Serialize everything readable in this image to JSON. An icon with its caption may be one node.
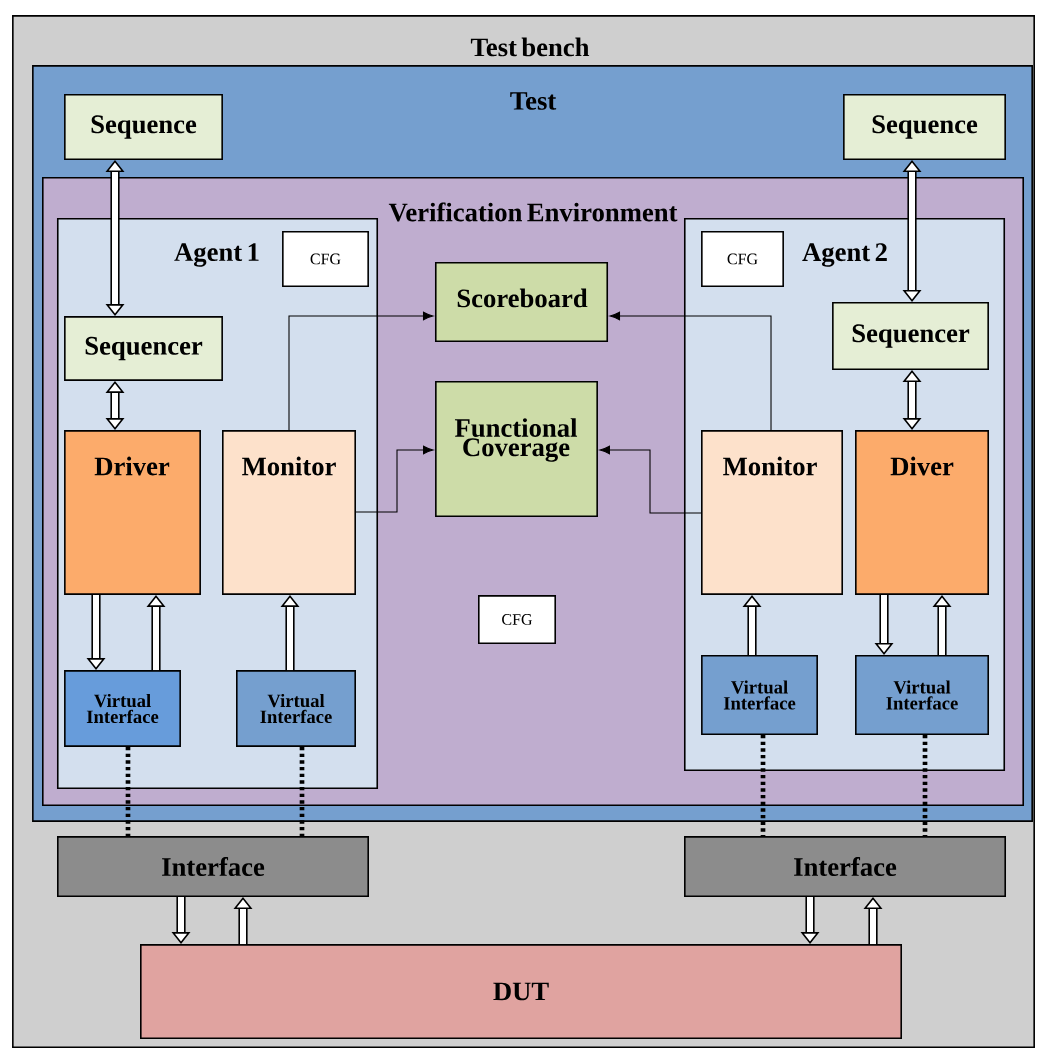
{
  "diagram": {
    "nodes": [
      {
        "text": [
          "Test bench"
        ]
      },
      {
        "text": [
          "Test"
        ],
        "in": 0
      },
      {
        "text": [
          "Sequence"
        ],
        "in": 1
      },
      {
        "text": [
          "Sequence"
        ],
        "in": 1
      },
      {
        "text": [
          "Verification Environment"
        ],
        "in": 1
      },
      {
        "text": [
          "Agent 1"
        ],
        "in": 4
      },
      {
        "text": [
          "CFG"
        ],
        "in": 5
      },
      {
        "text": [
          "Sequencer"
        ],
        "in": 5
      },
      {
        "text": [
          "Driver"
        ],
        "in": 5
      },
      {
        "text": [
          "Monitor"
        ],
        "in": 5
      },
      {
        "text": [
          "Virtual Interface"
        ],
        "in": 5
      },
      {
        "text": [
          "Virtual Interface"
        ],
        "in": 5
      },
      {
        "text": [
          "Scoreboard"
        ],
        "in": 4
      },
      {
        "text": [
          "Functional Coverage"
        ],
        "in": 4
      },
      {
        "text": [
          "CFG"
        ],
        "in": 4
      },
      {
        "text": [
          "Agent 2"
        ],
        "in": 4
      },
      {
        "text": [
          "CFG"
        ],
        "in": 15
      },
      {
        "text": [
          "Sequencer"
        ],
        "in": 15
      },
      {
        "text": [
          "Monitor"
        ],
        "in": 15
      },
      {
        "text": [
          "Diver"
        ],
        "in": 15
      },
      {
        "text": [
          "Virtual Interface"
        ],
        "in": 15
      },
      {
        "text": [
          "Virtual Interface"
        ],
        "in": 15
      },
      {
        "text": [
          "Interface"
        ],
        "in": 0
      },
      {
        "text": [
          "Interface"
        ],
        "in": 0
      },
      {
        "text": [
          "DUT"
        ],
        "in": 0
      }
    ],
    "edges": [
      {
        "from": 2,
        "to": 7,
        "arrow": "both"
      },
      {
        "from": 7,
        "to": 8,
        "arrow": "both"
      },
      {
        "from": 3,
        "to": 17,
        "arrow": "both"
      },
      {
        "from": 17,
        "to": 19,
        "arrow": "both"
      },
      {
        "from": 9,
        "to": 12,
        "arrow": "to"
      },
      {
        "from": 9,
        "to": 13,
        "arrow": "to"
      },
      {
        "from": 18,
        "to": 12,
        "arrow": "to"
      },
      {
        "from": 18,
        "to": 13,
        "arrow": "to"
      },
      {
        "from": 8,
        "to": 10,
        "arrow": "to"
      },
      {
        "from": 10,
        "to": 8,
        "arrow": "to"
      },
      {
        "from": 11,
        "to": 9,
        "arrow": "to"
      },
      {
        "from": 20,
        "to": 18,
        "arrow": "to"
      },
      {
        "from": 19,
        "to": 21,
        "arrow": "to"
      },
      {
        "from": 21,
        "to": 19,
        "arrow": "to"
      },
      {
        "from": 10,
        "to": 22,
        "arrow": "none",
        "style": "dashed"
      },
      {
        "from": 11,
        "to": 22,
        "arrow": "none",
        "style": "dashed"
      },
      {
        "from": 20,
        "to": 23,
        "arrow": "none",
        "style": "dashed"
      },
      {
        "from": 21,
        "to": 23,
        "arrow": "none",
        "style": "dashed"
      },
      {
        "from": 22,
        "to": 24,
        "arrow": "to"
      },
      {
        "from": 24,
        "to": 22,
        "arrow": "to"
      },
      {
        "from": 23,
        "to": 24,
        "arrow": "to"
      },
      {
        "from": 24,
        "to": 23,
        "arrow": "to"
      }
    ]
  }
}
